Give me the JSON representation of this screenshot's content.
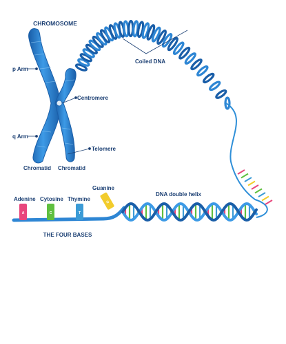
{
  "diagram": {
    "title": "CHROMOSOME",
    "labels": {
      "p_arm": "p Arm",
      "q_arm": "q Arm",
      "centromere": "Centromere",
      "telomere": "Telomere",
      "chromatid_left": "Chromatid",
      "chromatid_right": "Chromatid",
      "coiled_dna": "Coiled DNA",
      "dna_double_helix": "DNA double helix",
      "four_bases": "THE FOUR BASES"
    },
    "bases": [
      {
        "name": "Adenine",
        "letter": "A",
        "color": "#e8467c"
      },
      {
        "name": "Cytosine",
        "letter": "C",
        "color": "#5fbf3f"
      },
      {
        "name": "Thymine",
        "letter": "T",
        "color": "#3b9bd6"
      },
      {
        "name": "Guanine",
        "letter": "G",
        "color": "#f2cc2c"
      }
    ],
    "colors": {
      "chromosome": "#2e86d4",
      "chromosome_dark": "#1a5ea8",
      "strand": "#2f8fd8",
      "label": "#1b3f73"
    }
  }
}
